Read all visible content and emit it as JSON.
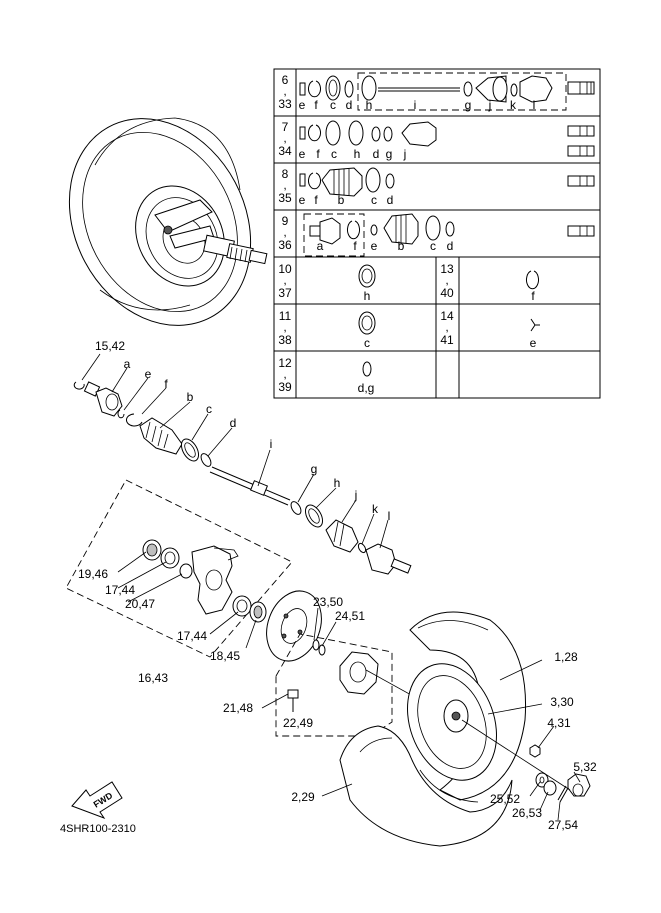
{
  "diagram": {
    "drawing_code": "4SHR100-2310",
    "fwd_label": "FWD",
    "callouts": [
      {
        "id": "c1",
        "text": "15,42"
      },
      {
        "id": "c2",
        "text": "a"
      },
      {
        "id": "c3",
        "text": "e"
      },
      {
        "id": "c4",
        "text": "f"
      },
      {
        "id": "c5",
        "text": "b"
      },
      {
        "id": "c6",
        "text": "c"
      },
      {
        "id": "c7",
        "text": "d"
      },
      {
        "id": "c8",
        "text": "i"
      },
      {
        "id": "c9",
        "text": "g"
      },
      {
        "id": "c10",
        "text": "h"
      },
      {
        "id": "c11",
        "text": "j"
      },
      {
        "id": "c12",
        "text": "k"
      },
      {
        "id": "c13",
        "text": "l"
      },
      {
        "id": "c14",
        "text": "19,46"
      },
      {
        "id": "c15",
        "text": "17,44"
      },
      {
        "id": "c16",
        "text": "20,47"
      },
      {
        "id": "c17",
        "text": "17,44"
      },
      {
        "id": "c18",
        "text": "18,45"
      },
      {
        "id": "c19",
        "text": "16,43"
      },
      {
        "id": "c20",
        "text": "23,50"
      },
      {
        "id": "c21",
        "text": "24,51"
      },
      {
        "id": "c22",
        "text": "21,48"
      },
      {
        "id": "c23",
        "text": "22,49"
      },
      {
        "id": "c24",
        "text": "1,28"
      },
      {
        "id": "c25",
        "text": "3,30"
      },
      {
        "id": "c26",
        "text": "4,31"
      },
      {
        "id": "c27",
        "text": "5,32"
      },
      {
        "id": "c28",
        "text": "2,29"
      },
      {
        "id": "c29",
        "text": "25,52"
      },
      {
        "id": "c30",
        "text": "26,53"
      },
      {
        "id": "c31",
        "text": "27,54"
      }
    ],
    "table": {
      "rows": [
        {
          "ref_top": "6",
          "ref_sep": ",",
          "ref_bottom": "33",
          "parts": [
            "e",
            "f",
            "c",
            "d",
            "h",
            "i",
            "g",
            "j",
            "k",
            "l"
          ]
        },
        {
          "ref_top": "7",
          "ref_sep": ",",
          "ref_bottom": "34",
          "parts": [
            "e",
            "f",
            "c",
            "h",
            "d",
            "g",
            "j"
          ]
        },
        {
          "ref_top": "8",
          "ref_sep": ",",
          "ref_bottom": "35",
          "parts": [
            "e",
            "f",
            "b",
            "c",
            "d"
          ]
        },
        {
          "ref_top": "9",
          "ref_sep": ",",
          "ref_bottom": "36",
          "parts": [
            "a",
            "f",
            "e",
            "b",
            "c",
            "d"
          ]
        }
      ],
      "cells": [
        {
          "ref_top": "10",
          "ref_sep": ",",
          "ref_bottom": "37",
          "part": "h"
        },
        {
          "ref_top": "13",
          "ref_sep": ",",
          "ref_bottom": "40",
          "part": "f"
        },
        {
          "ref_top": "11",
          "ref_sep": ",",
          "ref_bottom": "38",
          "part": "c"
        },
        {
          "ref_top": "14",
          "ref_sep": ",",
          "ref_bottom": "41",
          "part": "e"
        },
        {
          "ref_top": "12",
          "ref_sep": ",",
          "ref_bottom": "39",
          "part": "d,g"
        }
      ]
    }
  }
}
